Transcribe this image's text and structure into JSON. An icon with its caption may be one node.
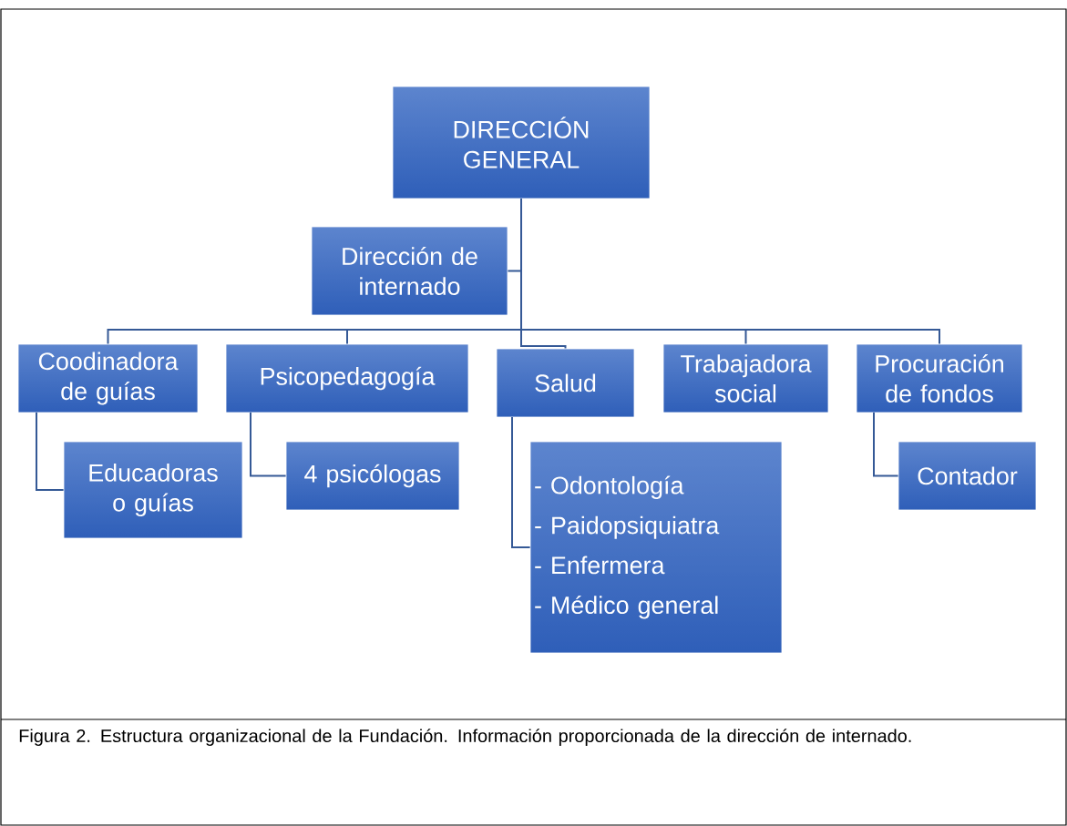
{
  "diagram": {
    "caption": "Figura 2. Estructura organizacional de la Fundación. Información proporcionada de la dirección de internado.",
    "nodes": [
      {
        "text": [
          "DIRECCIÓN GENERAL"
        ]
      },
      {
        "text": [
          "Dirección de internado"
        ]
      },
      {
        "text": [
          "Coodinadora de guías"
        ]
      },
      {
        "text": [
          "Psicopedagogía"
        ]
      },
      {
        "text": [
          "Salud"
        ]
      },
      {
        "text": [
          "Trabajadora social"
        ]
      },
      {
        "text": [
          "Procuración de fondos"
        ]
      },
      {
        "text": [
          "Educadoras o guías"
        ]
      },
      {
        "text": [
          "4 psicólogas"
        ]
      },
      {
        "text": [
          "- Odontología",
          "- Paidopsiquiatra",
          "- Enfermera",
          "- Médico general"
        ]
      },
      {
        "text": [
          "Contador"
        ]
      }
    ],
    "edges": [
      {
        "from": 0,
        "to": 1,
        "arrow": "none"
      },
      {
        "from": 0,
        "to": 2,
        "arrow": "none"
      },
      {
        "from": 0,
        "to": 3,
        "arrow": "none"
      },
      {
        "from": 0,
        "to": 4,
        "arrow": "none"
      },
      {
        "from": 0,
        "to": 5,
        "arrow": "none"
      },
      {
        "from": 0,
        "to": 6,
        "arrow": "none"
      },
      {
        "from": 2,
        "to": 7,
        "arrow": "none"
      },
      {
        "from": 3,
        "to": 8,
        "arrow": "none"
      },
      {
        "from": 4,
        "to": 9,
        "arrow": "none"
      },
      {
        "from": 6,
        "to": 10,
        "arrow": "none"
      }
    ]
  }
}
